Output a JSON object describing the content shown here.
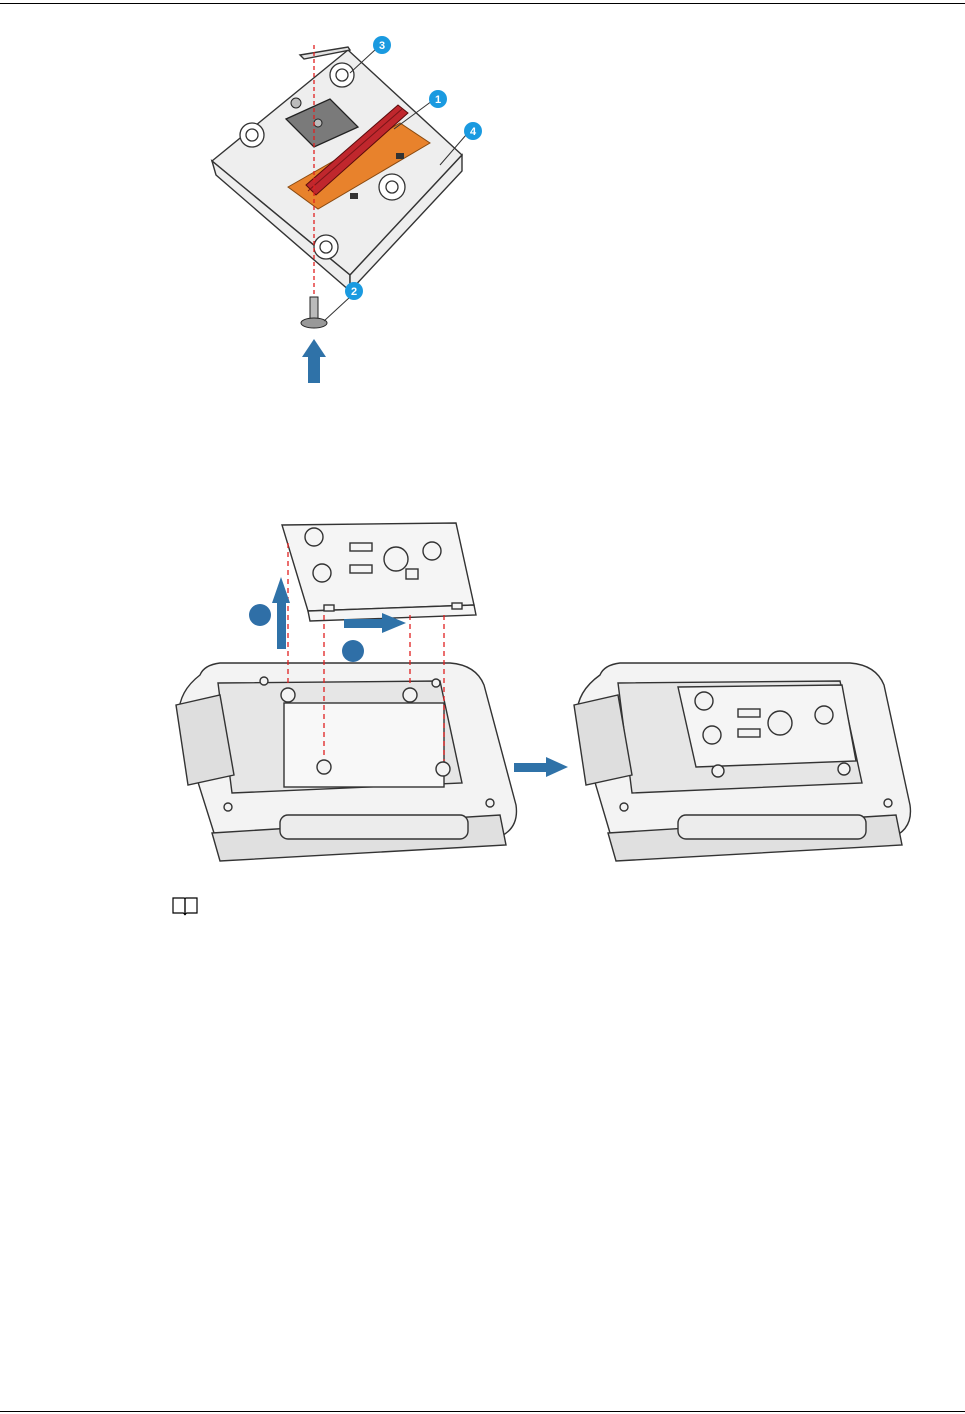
{
  "page": {
    "background": "#ffffff",
    "rule_color": "#000000"
  },
  "figure1": {
    "callouts": [
      "1",
      "2",
      "3",
      "4"
    ],
    "colors": {
      "callout": "#1a9ae0",
      "guide_line": "#e02020",
      "arrow": "#2f72a8",
      "pad_orange": "#e8822c",
      "pad_red": "#c0272d"
    }
  },
  "figure2": {
    "step_markers": [
      "",
      ""
    ],
    "colors": {
      "step_marker": "#2f6fa7",
      "arrow": "#2f72a8",
      "guide_line": "#e02020"
    }
  },
  "note": {
    "icon": "book-icon"
  }
}
